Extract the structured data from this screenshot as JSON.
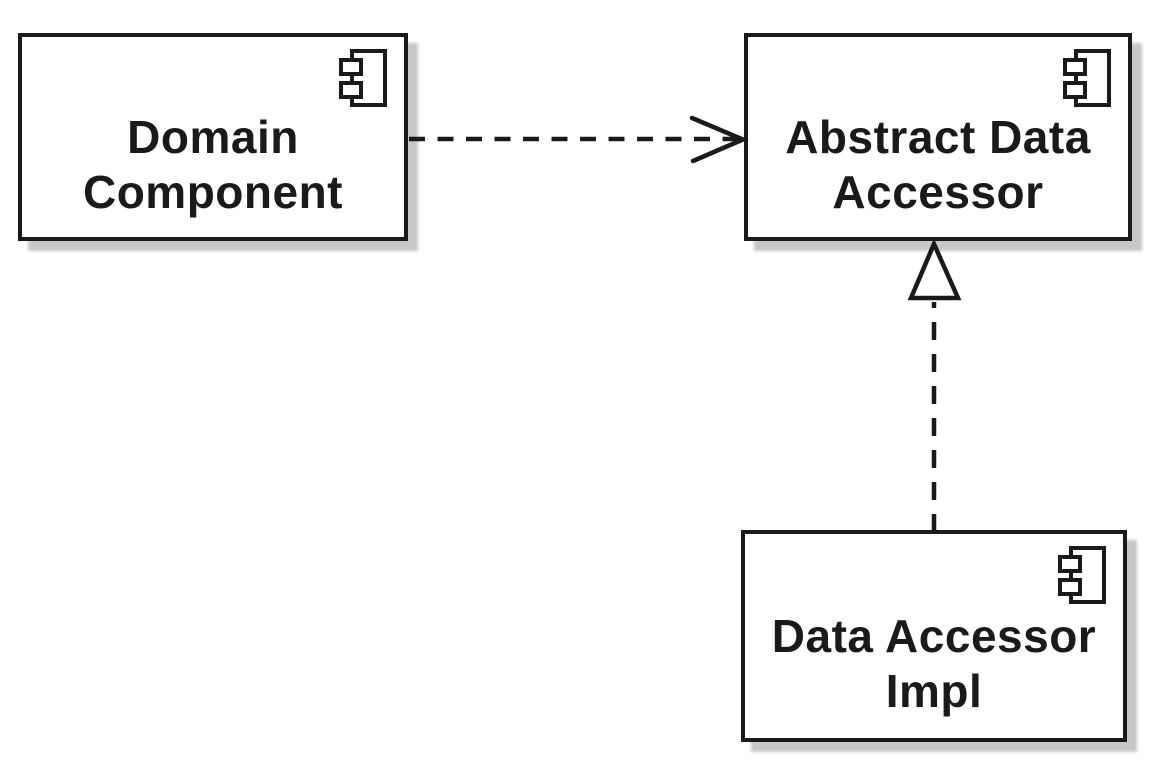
{
  "diagram": {
    "type": "uml-component-diagram",
    "background_color": "#ffffff",
    "line_color": "#1a1a1a",
    "shadow_color": "#c7c7c7",
    "components": [
      {
        "id": "domain-component",
        "label": "Domain\nComponent",
        "icon": "uml-component-icon"
      },
      {
        "id": "abstract-data-accessor",
        "label": "Abstract Data\nAccessor",
        "icon": "uml-component-icon"
      },
      {
        "id": "data-accessor-impl",
        "label": "Data Accessor\nImpl",
        "icon": "uml-component-icon"
      }
    ],
    "connectors": [
      {
        "type": "dependency",
        "from": "Domain Component",
        "to": "Abstract Data Accessor",
        "line_style": "dashed",
        "arrowhead": "open"
      },
      {
        "type": "realization",
        "from": "Data Accessor Impl",
        "to": "Abstract Data Accessor",
        "line_style": "dashed",
        "arrowhead": "hollow-triangle"
      }
    ]
  }
}
